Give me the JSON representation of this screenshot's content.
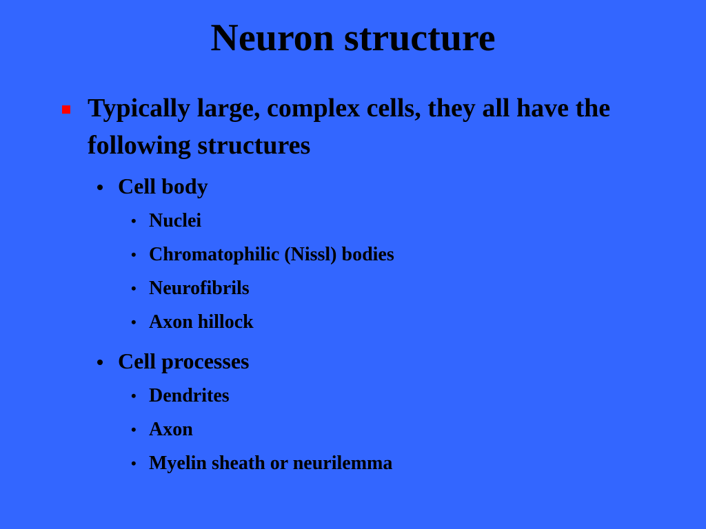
{
  "slide": {
    "title": "Neuron structure",
    "bullet_color": "#ff0000",
    "background_color": "#3366ff",
    "point": "Typically large, complex cells, they all have the following structures",
    "sub_l2": [
      {
        "label": "Cell body",
        "items": [
          "Nuclei",
          "Chromatophilic (Nissl) bodies",
          "Neurofibrils",
          "Axon hillock"
        ]
      },
      {
        "label": "Cell processes",
        "items": [
          "Dendrites",
          "Axon",
          "Myelin sheath or neurilemma"
        ]
      }
    ]
  }
}
